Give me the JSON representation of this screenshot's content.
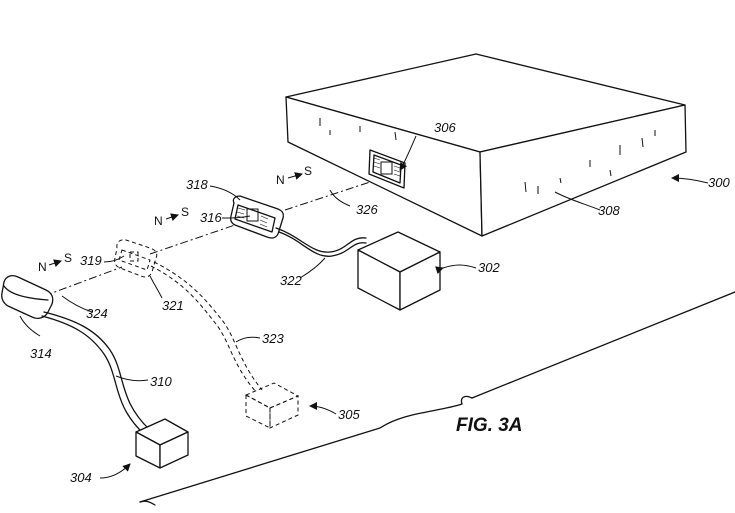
{
  "figure": {
    "caption": "FIG. 3A",
    "labels": {
      "ref_300": "300",
      "ref_302": "302",
      "ref_304": "304",
      "ref_305": "305",
      "ref_306": "306",
      "ref_308": "308",
      "ref_310": "310",
      "ref_314": "314",
      "ref_316": "316",
      "ref_318": "318",
      "ref_319": "319",
      "ref_321": "321",
      "ref_322": "322",
      "ref_323": "323",
      "ref_324": "324",
      "ref_326": "326"
    },
    "poles": {
      "north": "N",
      "south": "S"
    }
  }
}
